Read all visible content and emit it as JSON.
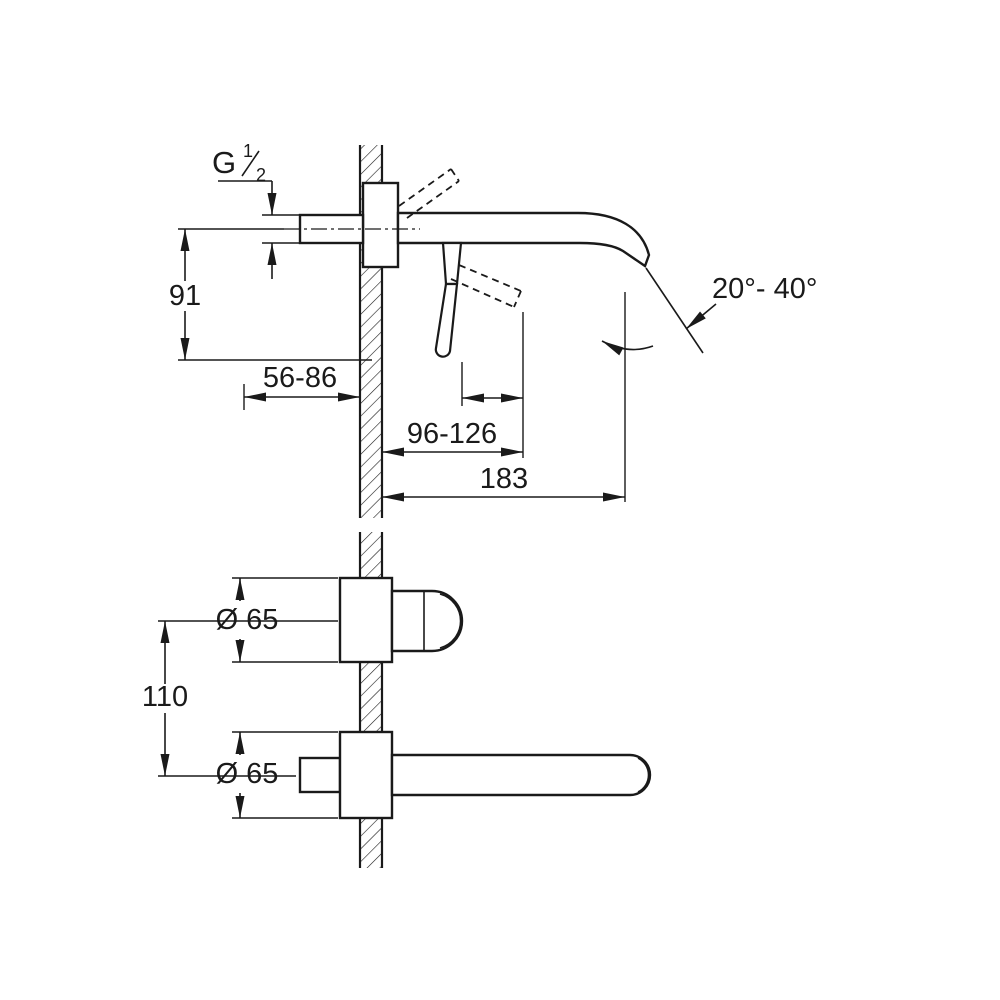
{
  "drawing": {
    "title": "Wall-mounted basin mixer dimensional drawing",
    "colors": {
      "line": "#1a1a1a",
      "background": "#ffffff"
    },
    "labels": {
      "thread_g": "G",
      "thread_num": "1",
      "thread_den": "2",
      "dim_91": "91",
      "dim_56_86": "56-86",
      "dim_96_126": "96-126",
      "dim_183": "183",
      "dim_angle": "20°- 40°",
      "dim_dia_top": "Ø 65",
      "dim_110": "110",
      "dim_dia_bottom": "Ø 65"
    }
  }
}
